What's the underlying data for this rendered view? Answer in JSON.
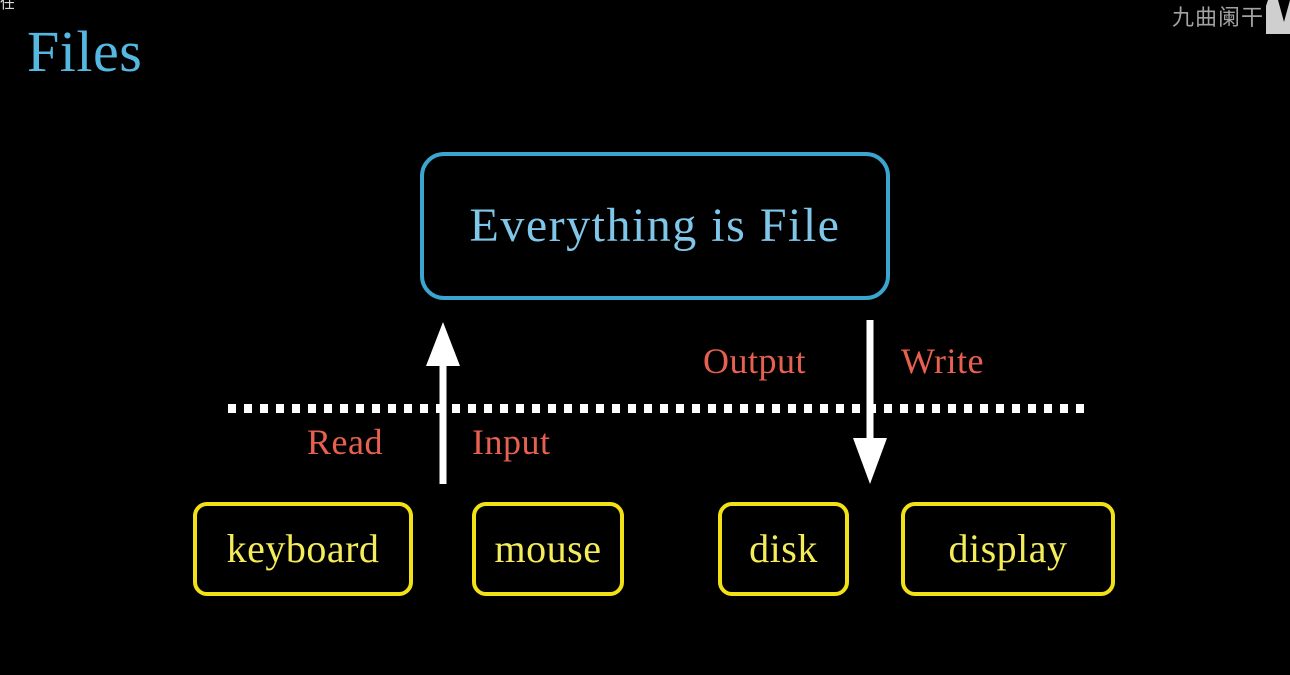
{
  "slide": {
    "title": "Files",
    "background_color": "#000000"
  },
  "overlay": {
    "corner_glyph": "任",
    "watermark_text": "九曲阑干"
  },
  "concept": {
    "label": "Everything is File",
    "border_color": "#3ba5d0",
    "text_color": "#7fc6e8"
  },
  "boundary": {
    "style": "dotted",
    "color": "#ffffff"
  },
  "flows": [
    {
      "name": "read",
      "label": "Read",
      "color": "#e8604f",
      "direction": "up",
      "side": "left"
    },
    {
      "name": "input",
      "label": "Input",
      "color": "#e8604f",
      "direction": "up",
      "side": "left"
    },
    {
      "name": "output",
      "label": "Output",
      "color": "#e8604f",
      "direction": "down",
      "side": "right"
    },
    {
      "name": "write",
      "label": "Write",
      "color": "#e8604f",
      "direction": "down",
      "side": "right"
    }
  ],
  "arrows": [
    {
      "name": "input-arrow",
      "direction": "up",
      "color": "#ffffff"
    },
    {
      "name": "output-arrow",
      "direction": "down",
      "color": "#ffffff"
    }
  ],
  "devices": [
    {
      "name": "keyboard",
      "label": "keyboard",
      "border_color": "#f2e215",
      "text_color": "#f5ec5a"
    },
    {
      "name": "mouse",
      "label": "mouse",
      "border_color": "#f2e215",
      "text_color": "#f5ec5a"
    },
    {
      "name": "disk",
      "label": "disk",
      "border_color": "#f2e215",
      "text_color": "#f5ec5a"
    },
    {
      "name": "display",
      "label": "display",
      "border_color": "#f2e215",
      "text_color": "#f5ec5a"
    }
  ]
}
